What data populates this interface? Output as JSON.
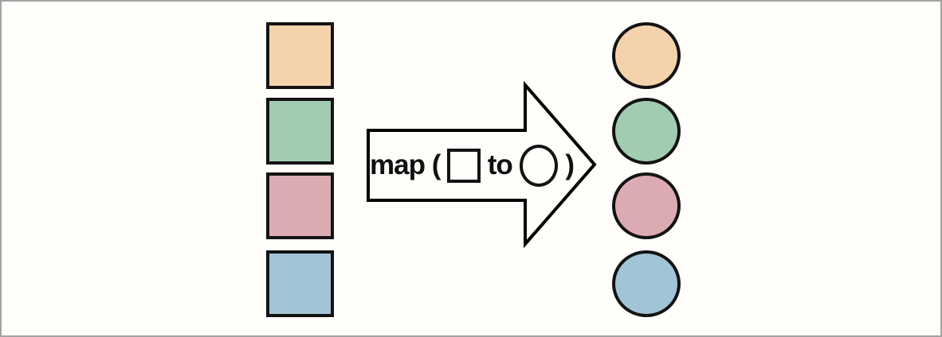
{
  "frame": {
    "background": "#fffefa",
    "border_color": "#a3a3a3"
  },
  "map_diagram": {
    "label": {
      "prefix": "map (",
      "connector": "to",
      "suffix": ")"
    },
    "input_shape": "square",
    "output_shape": "circle",
    "arrow": {
      "fill": "#fffefa",
      "stroke": "#000000"
    },
    "colors": [
      {
        "name": "peach",
        "hex": "#f4d3ac"
      },
      {
        "name": "green",
        "hex": "#a2ccb1"
      },
      {
        "name": "rose",
        "hex": "#dcabb1"
      },
      {
        "name": "blue",
        "hex": "#a2c4d7"
      }
    ]
  }
}
